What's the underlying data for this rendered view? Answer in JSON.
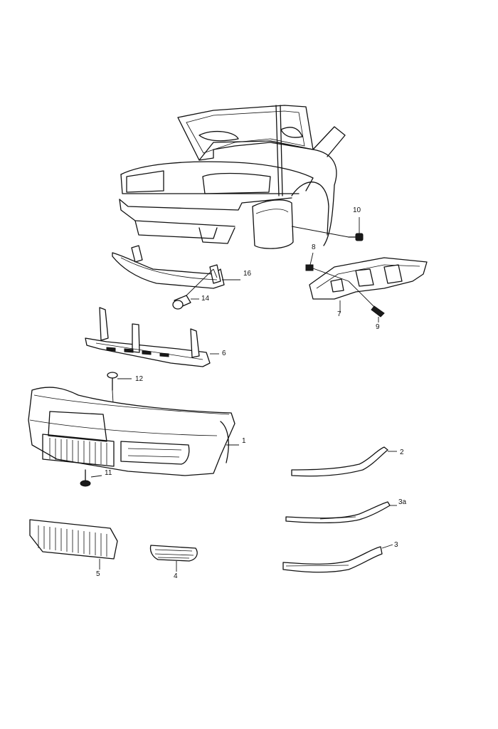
{
  "diagram": {
    "callouts": [
      {
        "id": "c10",
        "label": "10"
      },
      {
        "id": "c8",
        "label": "8"
      },
      {
        "id": "c16",
        "label": "16"
      },
      {
        "id": "c14",
        "label": "14"
      },
      {
        "id": "c7",
        "label": "7"
      },
      {
        "id": "c9",
        "label": "9"
      },
      {
        "id": "c6",
        "label": "6"
      },
      {
        "id": "c12",
        "label": "12"
      },
      {
        "id": "c1",
        "label": "1"
      },
      {
        "id": "c2",
        "label": "2"
      },
      {
        "id": "c11",
        "label": "11"
      },
      {
        "id": "c3a",
        "label": "3a"
      },
      {
        "id": "c3",
        "label": "3"
      },
      {
        "id": "c5",
        "label": "5"
      },
      {
        "id": "c4",
        "label": "4"
      }
    ]
  }
}
